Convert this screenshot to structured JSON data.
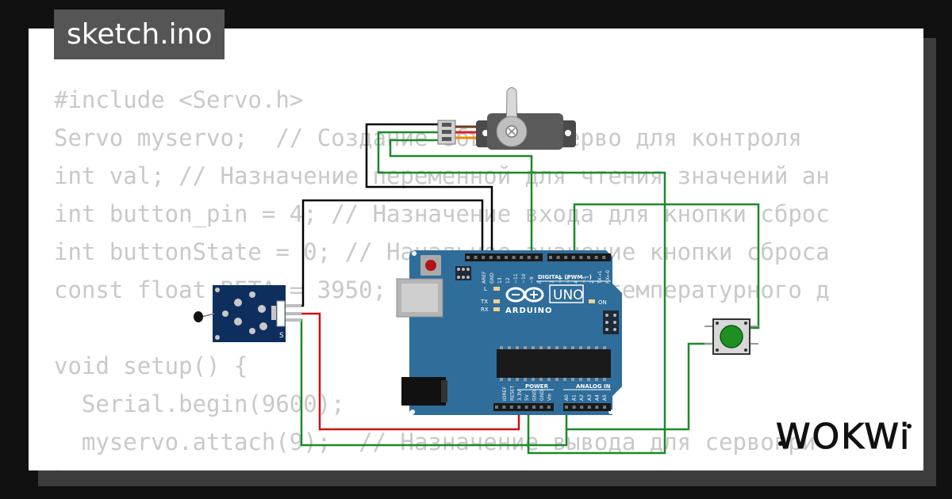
{
  "title": "sketch.ino",
  "code_lines": [
    "#include <Servo.h>",
    "Servo myservo;  // Создание объекта серво для контроля",
    "int val; // Назначение переменной для чтения значений ан",
    "int button_pin = 4; // Назначение входа для кнопки сброс",
    "int buttonState = 0; // Начальное значение кнопки сброса",
    "const float BETA = 3950; // коэффициент температурного д",
    "",
    "void setup() {",
    "  Serial.begin(9600);",
    "  myservo.attach(9);  // Назначение вывода для сервопри",
    "}"
  ],
  "board": {
    "logo_text": "UNO",
    "brand": "ARDUINO",
    "digital_label": "DIGITAL (PWM ~)",
    "power_label": "POWER",
    "analog_label": "ANALOG IN",
    "led_l": "L",
    "led_tx": "TX",
    "led_rx": "RX",
    "led_on": "ON",
    "digital_pins": [
      "AREF",
      "GND",
      "13",
      "12",
      "~11",
      "~10",
      "~9",
      "8",
      "7",
      "~6",
      "~5",
      "4",
      "~3",
      "2",
      "TX→1",
      "RX←0"
    ],
    "power_pins": [
      "IOREF",
      "RESET",
      "3.3V",
      "5V",
      "GND",
      "GND",
      "Vin"
    ],
    "analog_pins": [
      "A0",
      "A1",
      "A2",
      "A3",
      "A4",
      "A5"
    ]
  },
  "sensor_pin_label": "S",
  "logo": "WOKWi",
  "colors": {
    "board": "#2f6d9a",
    "wire_black": "#000000",
    "wire_red": "#d01010",
    "wire_green": "#1a8a2a",
    "button": "#1f8f24",
    "servo_wire_brown": "#6b3a1e",
    "servo_wire_red": "#d62020",
    "servo_wire_orange": "#f08a00"
  }
}
